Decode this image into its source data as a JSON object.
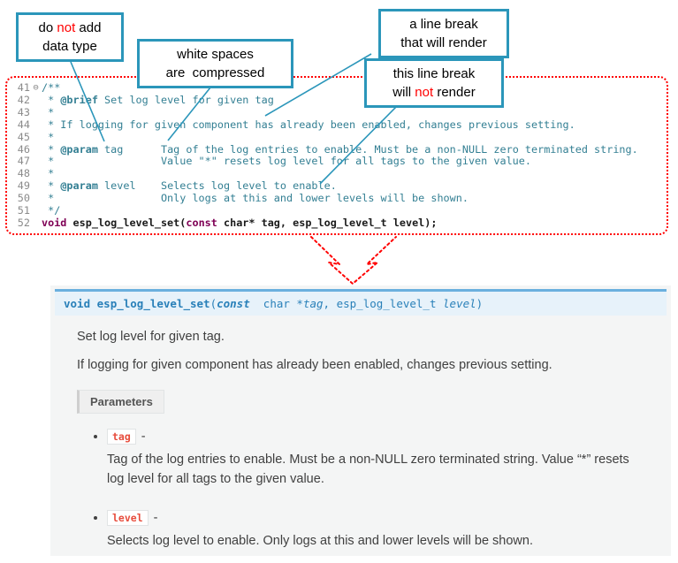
{
  "callouts": {
    "no_data_type": {
      "segments": [
        {
          "t": "do "
        },
        {
          "t": "not",
          "c": "red"
        },
        {
          "t": " add"
        },
        {
          "c": "br"
        },
        {
          "t": "data type"
        }
      ]
    },
    "whitespace": {
      "segments": [
        {
          "t": "white spaces"
        },
        {
          "c": "br"
        },
        {
          "t": "are  compressed"
        }
      ]
    },
    "break_render": {
      "segments": [
        {
          "t": "a line break"
        },
        {
          "c": "br"
        },
        {
          "t": "that will render"
        }
      ]
    },
    "break_norender": {
      "segments": [
        {
          "t": "this line break"
        },
        {
          "c": "br"
        },
        {
          "t": "will "
        },
        {
          "t": "not",
          "c": "red"
        },
        {
          "t": " render"
        }
      ]
    }
  },
  "code": {
    "lines": [
      {
        "n": "41",
        "f": "⊖",
        "seg": [
          {
            "t": "/**",
            "c": "cm"
          }
        ]
      },
      {
        "n": "42",
        "f": "",
        "seg": [
          {
            "t": " * ",
            "c": "cm"
          },
          {
            "t": "@brief",
            "c": "tg"
          },
          {
            "t": " Set log level for given tag",
            "c": "cm"
          }
        ]
      },
      {
        "n": "43",
        "f": "",
        "seg": [
          {
            "t": " *",
            "c": "cm"
          }
        ]
      },
      {
        "n": "44",
        "f": "",
        "seg": [
          {
            "t": " * If logging for given component has already been enabled, changes previous setting.",
            "c": "cm"
          }
        ]
      },
      {
        "n": "45",
        "f": "",
        "seg": [
          {
            "t": " *",
            "c": "cm"
          }
        ]
      },
      {
        "n": "46",
        "f": "",
        "seg": [
          {
            "t": " * ",
            "c": "cm"
          },
          {
            "t": "@param",
            "c": "tg"
          },
          {
            "t": " tag      Tag of the log entries to enable. Must be a non-NULL zero terminated string.",
            "c": "cm"
          }
        ]
      },
      {
        "n": "47",
        "f": "",
        "seg": [
          {
            "t": " *                 Value \"*\" resets log level for all tags to the given value.",
            "c": "cm"
          }
        ]
      },
      {
        "n": "48",
        "f": "",
        "seg": [
          {
            "t": " *",
            "c": "cm"
          }
        ]
      },
      {
        "n": "49",
        "f": "",
        "seg": [
          {
            "t": " * ",
            "c": "cm"
          },
          {
            "t": "@param",
            "c": "tg"
          },
          {
            "t": " level    Selects log level to enable.",
            "c": "cm"
          }
        ]
      },
      {
        "n": "50",
        "f": "",
        "seg": [
          {
            "t": " *                 Only logs at this and lower levels will be shown.",
            "c": "cm"
          }
        ]
      },
      {
        "n": "51",
        "f": "",
        "seg": [
          {
            "t": " */",
            "c": "cm"
          }
        ]
      },
      {
        "n": "52",
        "f": "",
        "seg": [
          {
            "t": "void",
            "c": "kw"
          },
          {
            "t": " esp_log_level_set(",
            "c": "pl"
          },
          {
            "t": "const",
            "c": "kw"
          },
          {
            "t": " char* tag, esp_log_level_t level);",
            "c": "pl"
          }
        ]
      }
    ]
  },
  "docs": {
    "signature": {
      "segments": [
        {
          "t": "void ",
          "c": "kw"
        },
        {
          "t": "esp_log_level_set",
          "c": "nm"
        },
        {
          "t": "(",
          "c": "pp"
        },
        {
          "t": "const",
          "c": "ki"
        },
        {
          "t": "  char *",
          "c": "pp"
        },
        {
          "t": "tag",
          "c": "it"
        },
        {
          "t": ", esp_log_level_t ",
          "c": "pp"
        },
        {
          "t": "level",
          "c": "it"
        },
        {
          "t": ")",
          "c": "pp"
        }
      ]
    },
    "brief": "Set log level for given tag.",
    "details": "If logging for given component has already been enabled, changes previous setting.",
    "parameters_label": "Parameters",
    "params": [
      {
        "name": "tag",
        "sep": "-",
        "desc": "Tag of the log entries to enable. Must be a non-NULL zero terminated string. Value “*” resets log level for all tags to the given value."
      },
      {
        "name": "level",
        "sep": "-",
        "desc": "Selects log level to enable. Only logs at this and lower levels will be shown."
      }
    ]
  },
  "colors": {
    "callout_border_teal": "#2b96ba",
    "highlight_red": "#ff0000",
    "code_comment_teal": "#337f93",
    "code_keyword_purple": "#7f0055",
    "signature_text_blue": "#2980b9",
    "signature_bg": "#e7f2fa",
    "signature_top_border": "#6ab0de",
    "param_code_red": "#e74c3c",
    "docs_panel_bg": "#f4f5f5"
  }
}
